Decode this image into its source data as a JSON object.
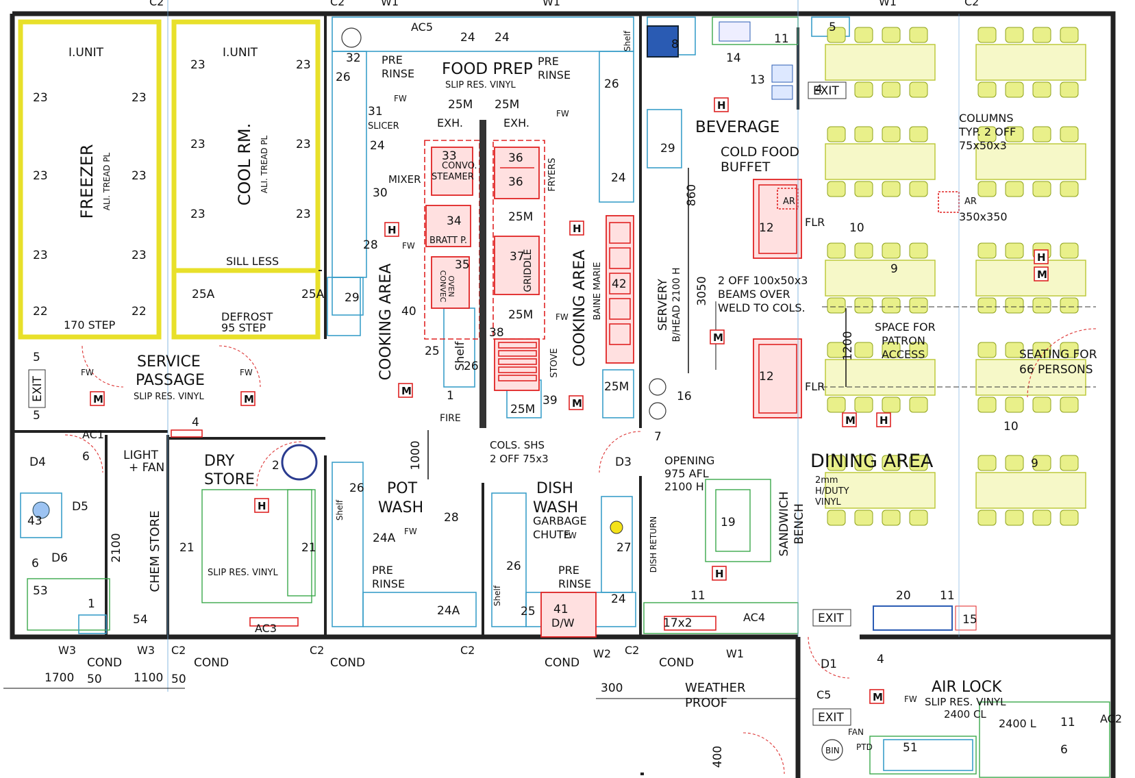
{
  "rooms": {
    "freezer": "FREEZER",
    "freezer_floor": "ALI. TREAD PL",
    "cool_room": "COOL RM.",
    "cool_room_floor": "ALI. TREAD PL",
    "i_unit": "I.UNIT",
    "service_passage": "SERVICE",
    "service_passage_2": "PASSAGE",
    "service_floor": "SLIP RES. VINYL",
    "food_prep": "FOOD PREP",
    "food_prep_floor": "SLIP RES. VINYL",
    "cooking_area": "COOKING AREA",
    "beverage": "BEVERAGE",
    "cold_food_buffet": "COLD FOOD",
    "cold_food_buffet_2": "BUFFET",
    "servery": "SERVERY",
    "servery_head": "B/HEAD 2100 H",
    "dry_store": "DRY",
    "dry_store_2": "STORE",
    "dry_store_floor": "SLIP RES. VINYL",
    "chem_store": "CHEM STORE",
    "pot_wash": "POT",
    "pot_wash_2": "WASH",
    "dish_wash": "DISH",
    "dish_wash_2": "WASH",
    "garbage_chute": "GARBAGE",
    "garbage_chute_2": "CHUTE",
    "dining_area": "DINING AREA",
    "dining_floor": "2mm",
    "dining_floor_2": "H/DUTY",
    "dining_floor_3": "VINYL",
    "air_lock": "AIR LOCK",
    "air_lock_floor": "SLIP RES. VINYL",
    "air_lock_ceiling": "2400 CL",
    "sandwich_bench": "SANDWICH",
    "sandwich_bench_2": "BENCH",
    "baine_marie": "BAINE MARIE",
    "light_fan": "LIGHT",
    "light_fan_2": "+ FAN"
  },
  "labels": {
    "exit": "EXIT",
    "cond": "COND",
    "sill_less": "SILL LESS",
    "step_170": "170 STEP",
    "defrost": "DEFROST",
    "defrost_step": "95 STEP",
    "pre_rinse": "PRE",
    "pre_rinse_2": "RINSE",
    "exh": "EXH.",
    "slicer": "SLICER",
    "mixer": "MIXER",
    "convo_steamer": "CONVO.",
    "convo_steamer_2": "STEAMER",
    "bratt": "BRATT P.",
    "convec_oven": "CONVEC",
    "convec_oven_2": "OVEN",
    "fryers": "FRYERS",
    "griddle": "GRIDDLE",
    "stove": "STOVE",
    "shelf": "Shelf",
    "fire": "FIRE",
    "cols_shs": "COLS. SHS",
    "cols_shs_2": "2 OFF 75x3",
    "dish_return": "DISH RETURN",
    "opening": "OPENING",
    "opening_2": "975 AFL",
    "opening_3": "2100 H",
    "beams": "2 OFF 100x50x3",
    "beams_2": "BEAMS OVER",
    "beams_3": "WELD TO COLS.",
    "columns": "COLUMNS",
    "columns_2": "TYP. 2 OFF",
    "columns_3": "75x50x3",
    "ar": "AR",
    "ar_size": "350x350",
    "flr": "FLR",
    "space_patron": "SPACE FOR",
    "space_patron_2": "PATRON",
    "space_patron_3": "ACCESS",
    "seating": "SEATING FOR",
    "seating_2": "66 PERSONS",
    "weather_proof": "WEATHER",
    "weather_proof_2": "PROOF",
    "fan": "FAN",
    "ptd": "PTD",
    "bin": "BIN",
    "dw": "D/W",
    "dim_2400l": "2400 L",
    "fw": "FW",
    "h": "H",
    "m": "M"
  },
  "dimensions": {
    "d1700": "1700",
    "d50a": "50",
    "d1100": "1100",
    "d50b": "50",
    "d300": "300",
    "d400": "400",
    "d5": "5",
    "d2100": "2100",
    "d1000": "1000",
    "d860": "860",
    "d3050": "3050",
    "d1200": "1200",
    "d17x2": "17x2"
  },
  "windows": [
    "W1",
    "W1",
    "W1",
    "W1",
    "W2",
    "W3",
    "W3"
  ],
  "columns_codes": [
    "C2",
    "C2",
    "C2",
    "C2",
    "C2",
    "C2",
    "C5",
    "C2",
    "AC1",
    "AC2",
    "AC3",
    "AC4",
    "AC5"
  ],
  "equipment_numbers": [
    "1",
    "2",
    "4",
    "5",
    "6",
    "7",
    "8",
    "9",
    "10",
    "11",
    "12",
    "13",
    "14",
    "15",
    "16",
    "19",
    "20",
    "21",
    "22",
    "23",
    "24",
    "24A",
    "25",
    "25A",
    "25M",
    "26",
    "27",
    "28",
    "29",
    "30",
    "31",
    "32",
    "33",
    "34",
    "35",
    "36",
    "37",
    "38",
    "39",
    "40",
    "41",
    "42",
    "43",
    "51",
    "53",
    "54"
  ],
  "door_tags": [
    "D1",
    "D3",
    "D4",
    "D5",
    "D6"
  ],
  "colors": {
    "wall": "#222222",
    "coolroom": "#e8e02a",
    "equipment": "#e02222",
    "bench": "#3a9ec9",
    "fixture": "#3aa94a",
    "table": "#f6f8c8",
    "chair": "#e9f08a"
  }
}
